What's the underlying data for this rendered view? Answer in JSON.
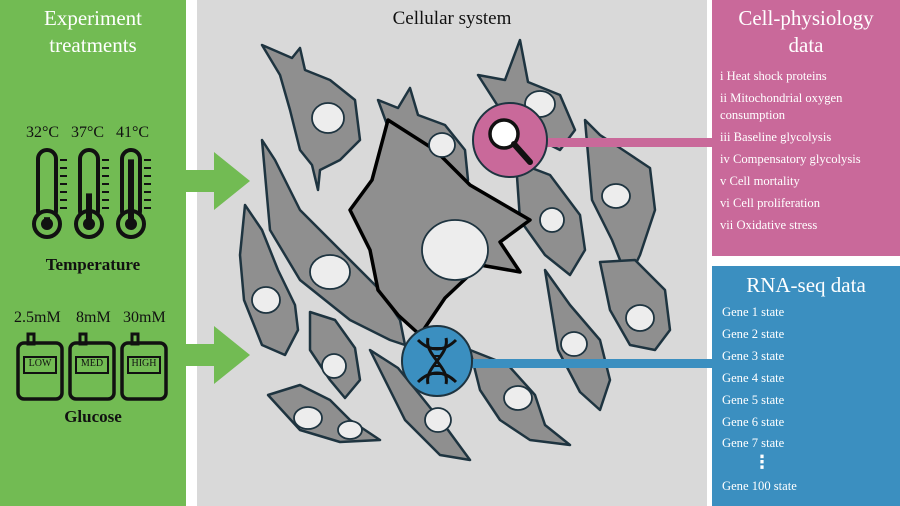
{
  "left": {
    "title_line1": "Experiment",
    "title_line2": "treatments",
    "temperatures": [
      "32°C",
      "37°C",
      "41°C"
    ],
    "temperature_fill": [
      0.1,
      0.45,
      0.95
    ],
    "temperature_label": "Temperature",
    "concentrations": [
      "2.5mM",
      "8mM",
      "30mM"
    ],
    "meters": [
      "LOW",
      "MED",
      "HIGH"
    ],
    "glucose_label": "Glucose"
  },
  "center": {
    "title": "Cellular system"
  },
  "physiology": {
    "title_line1": "Cell-physiology",
    "title_line2": "data",
    "items": [
      "i Heat shock proteins",
      "ii Mitochondrial oxygen",
      "consumption",
      "iii Baseline glycolysis",
      "iv Compensatory glycolysis",
      "v Cell mortality",
      "vi Cell proliferation",
      "vii Oxidative stress"
    ]
  },
  "rna": {
    "title": "RNA-seq data",
    "genes": [
      "Gene 1 state",
      "Gene 2 state",
      "Gene 3 state",
      "Gene 4 state",
      "Gene 5 state",
      "Gene 6 state",
      "Gene 7 state"
    ],
    "ellipsis": "⋮",
    "last_gene": "Gene 100 state"
  },
  "colors": {
    "green": "#72bb53",
    "grey": "#d9d9d9",
    "pink": "#c9699a",
    "blue": "#3b8fc0",
    "cell_fill": "#8f8f8f",
    "cell_stroke": "#1e3440"
  },
  "icons": [
    "thermometer-icon",
    "glucose-meter-icon",
    "magnifier-icon",
    "dna-icon",
    "arrow-right-icon"
  ]
}
